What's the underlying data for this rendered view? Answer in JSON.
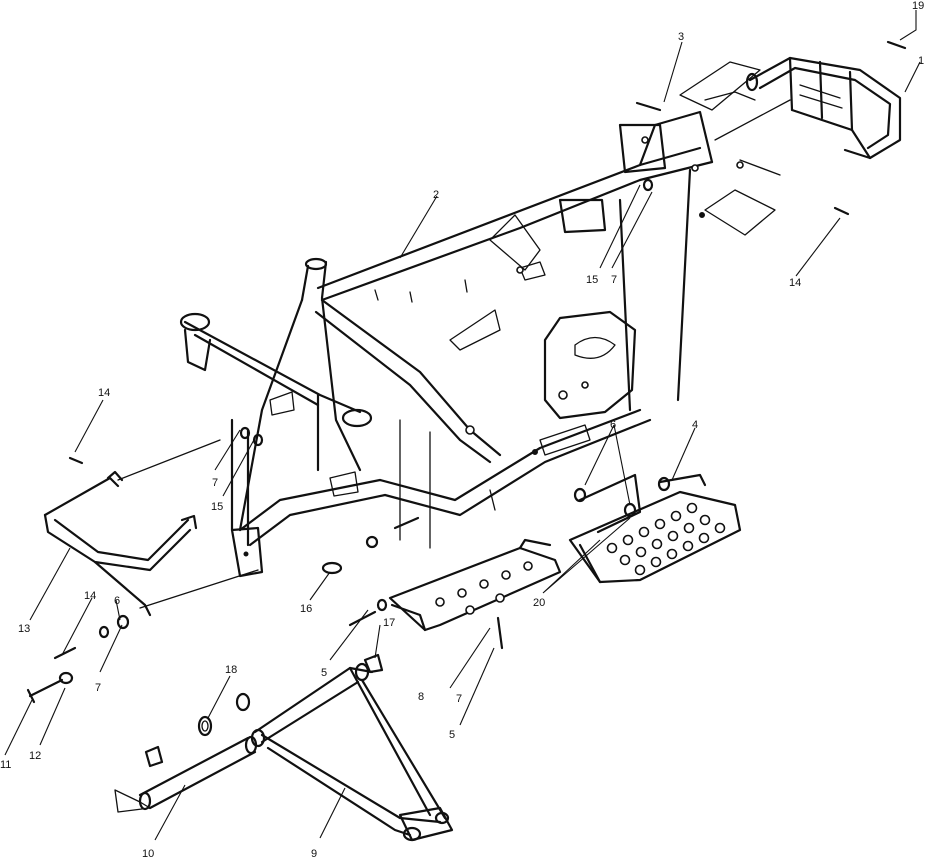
{
  "diagram": {
    "callouts": [
      {
        "id": "c1",
        "label": "1"
      },
      {
        "id": "c2",
        "label": "2"
      },
      {
        "id": "c3",
        "label": "3"
      },
      {
        "id": "c4",
        "label": "4"
      },
      {
        "id": "c5a",
        "label": "5"
      },
      {
        "id": "c5b",
        "label": "5"
      },
      {
        "id": "c6a",
        "label": "6"
      },
      {
        "id": "c6b",
        "label": "6"
      },
      {
        "id": "c7a",
        "label": "7"
      },
      {
        "id": "c7b",
        "label": "7"
      },
      {
        "id": "c7c",
        "label": "7"
      },
      {
        "id": "c7d",
        "label": "7"
      },
      {
        "id": "c8",
        "label": "8"
      },
      {
        "id": "c9",
        "label": "9"
      },
      {
        "id": "c10",
        "label": "10"
      },
      {
        "id": "c11",
        "label": "11"
      },
      {
        "id": "c12",
        "label": "12"
      },
      {
        "id": "c13",
        "label": "13"
      },
      {
        "id": "c14a",
        "label": "14"
      },
      {
        "id": "c14b",
        "label": "14"
      },
      {
        "id": "c14c",
        "label": "14"
      },
      {
        "id": "c15a",
        "label": "15"
      },
      {
        "id": "c15b",
        "label": "15"
      },
      {
        "id": "c16",
        "label": "16"
      },
      {
        "id": "c17",
        "label": "17"
      },
      {
        "id": "c18",
        "label": "18"
      },
      {
        "id": "c19",
        "label": "19"
      },
      {
        "id": "c20",
        "label": "20"
      }
    ]
  }
}
